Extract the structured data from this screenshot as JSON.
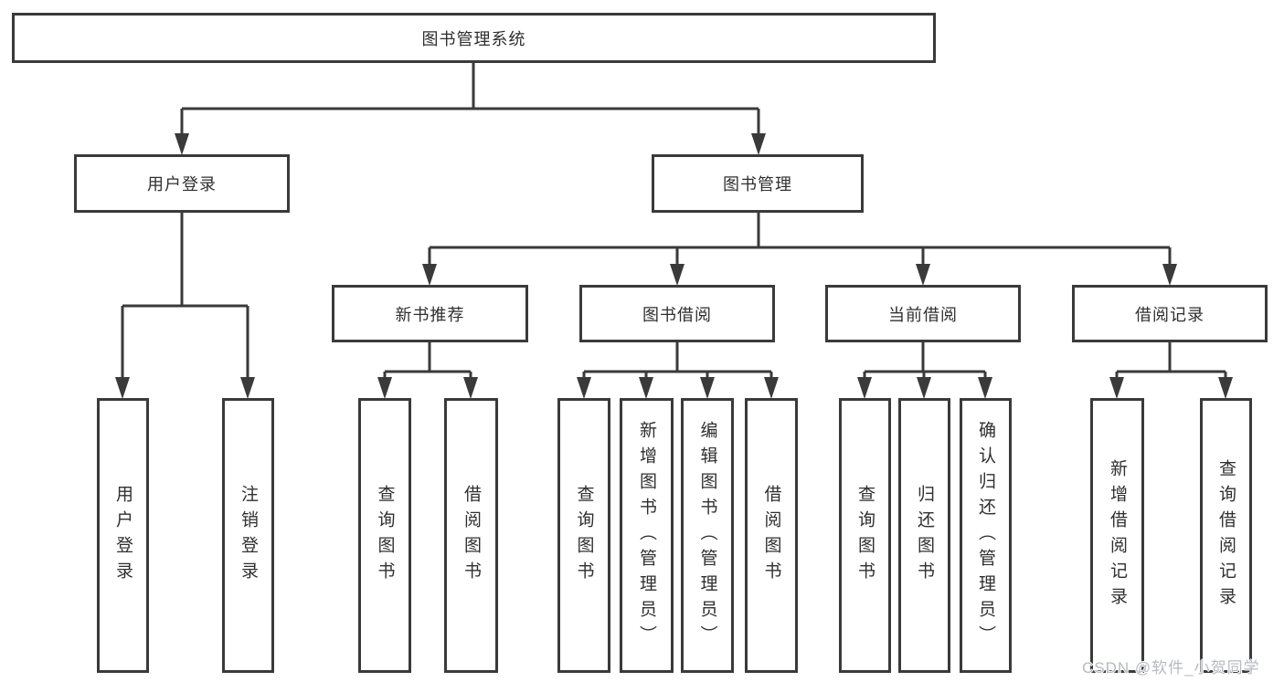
{
  "diagram": {
    "type": "hierarchy-tree",
    "tree": {
      "label": "图书管理系统",
      "children": [
        {
          "label": "用户登录",
          "children": [
            {
              "label": "用户登录"
            },
            {
              "label": "注销登录"
            }
          ]
        },
        {
          "label": "图书管理",
          "children": [
            {
              "label": "新书推荐",
              "children": [
                {
                  "label": "查询图书"
                },
                {
                  "label": "借阅图书"
                }
              ]
            },
            {
              "label": "图书借阅",
              "children": [
                {
                  "label": "查询图书"
                },
                {
                  "label": "新增图书（管理员）"
                },
                {
                  "label": "编辑图书（管理员）"
                },
                {
                  "label": "借阅图书"
                }
              ]
            },
            {
              "label": "当前借阅",
              "children": [
                {
                  "label": "查询图书"
                },
                {
                  "label": "归还图书"
                },
                {
                  "label": "确认归还（管理员）"
                }
              ]
            },
            {
              "label": "借阅记录",
              "children": [
                {
                  "label": "新增借阅记录"
                },
                {
                  "label": "查询借阅记录"
                }
              ]
            }
          ]
        }
      ]
    },
    "colors": {
      "line": "#3a3a3a",
      "box_border": "#3a3a3a",
      "text": "#2f2f2f",
      "background": "#ffffff",
      "watermark": "#b6bac0"
    }
  },
  "watermark": {
    "text": "CSDN @软件_小贺同学"
  }
}
